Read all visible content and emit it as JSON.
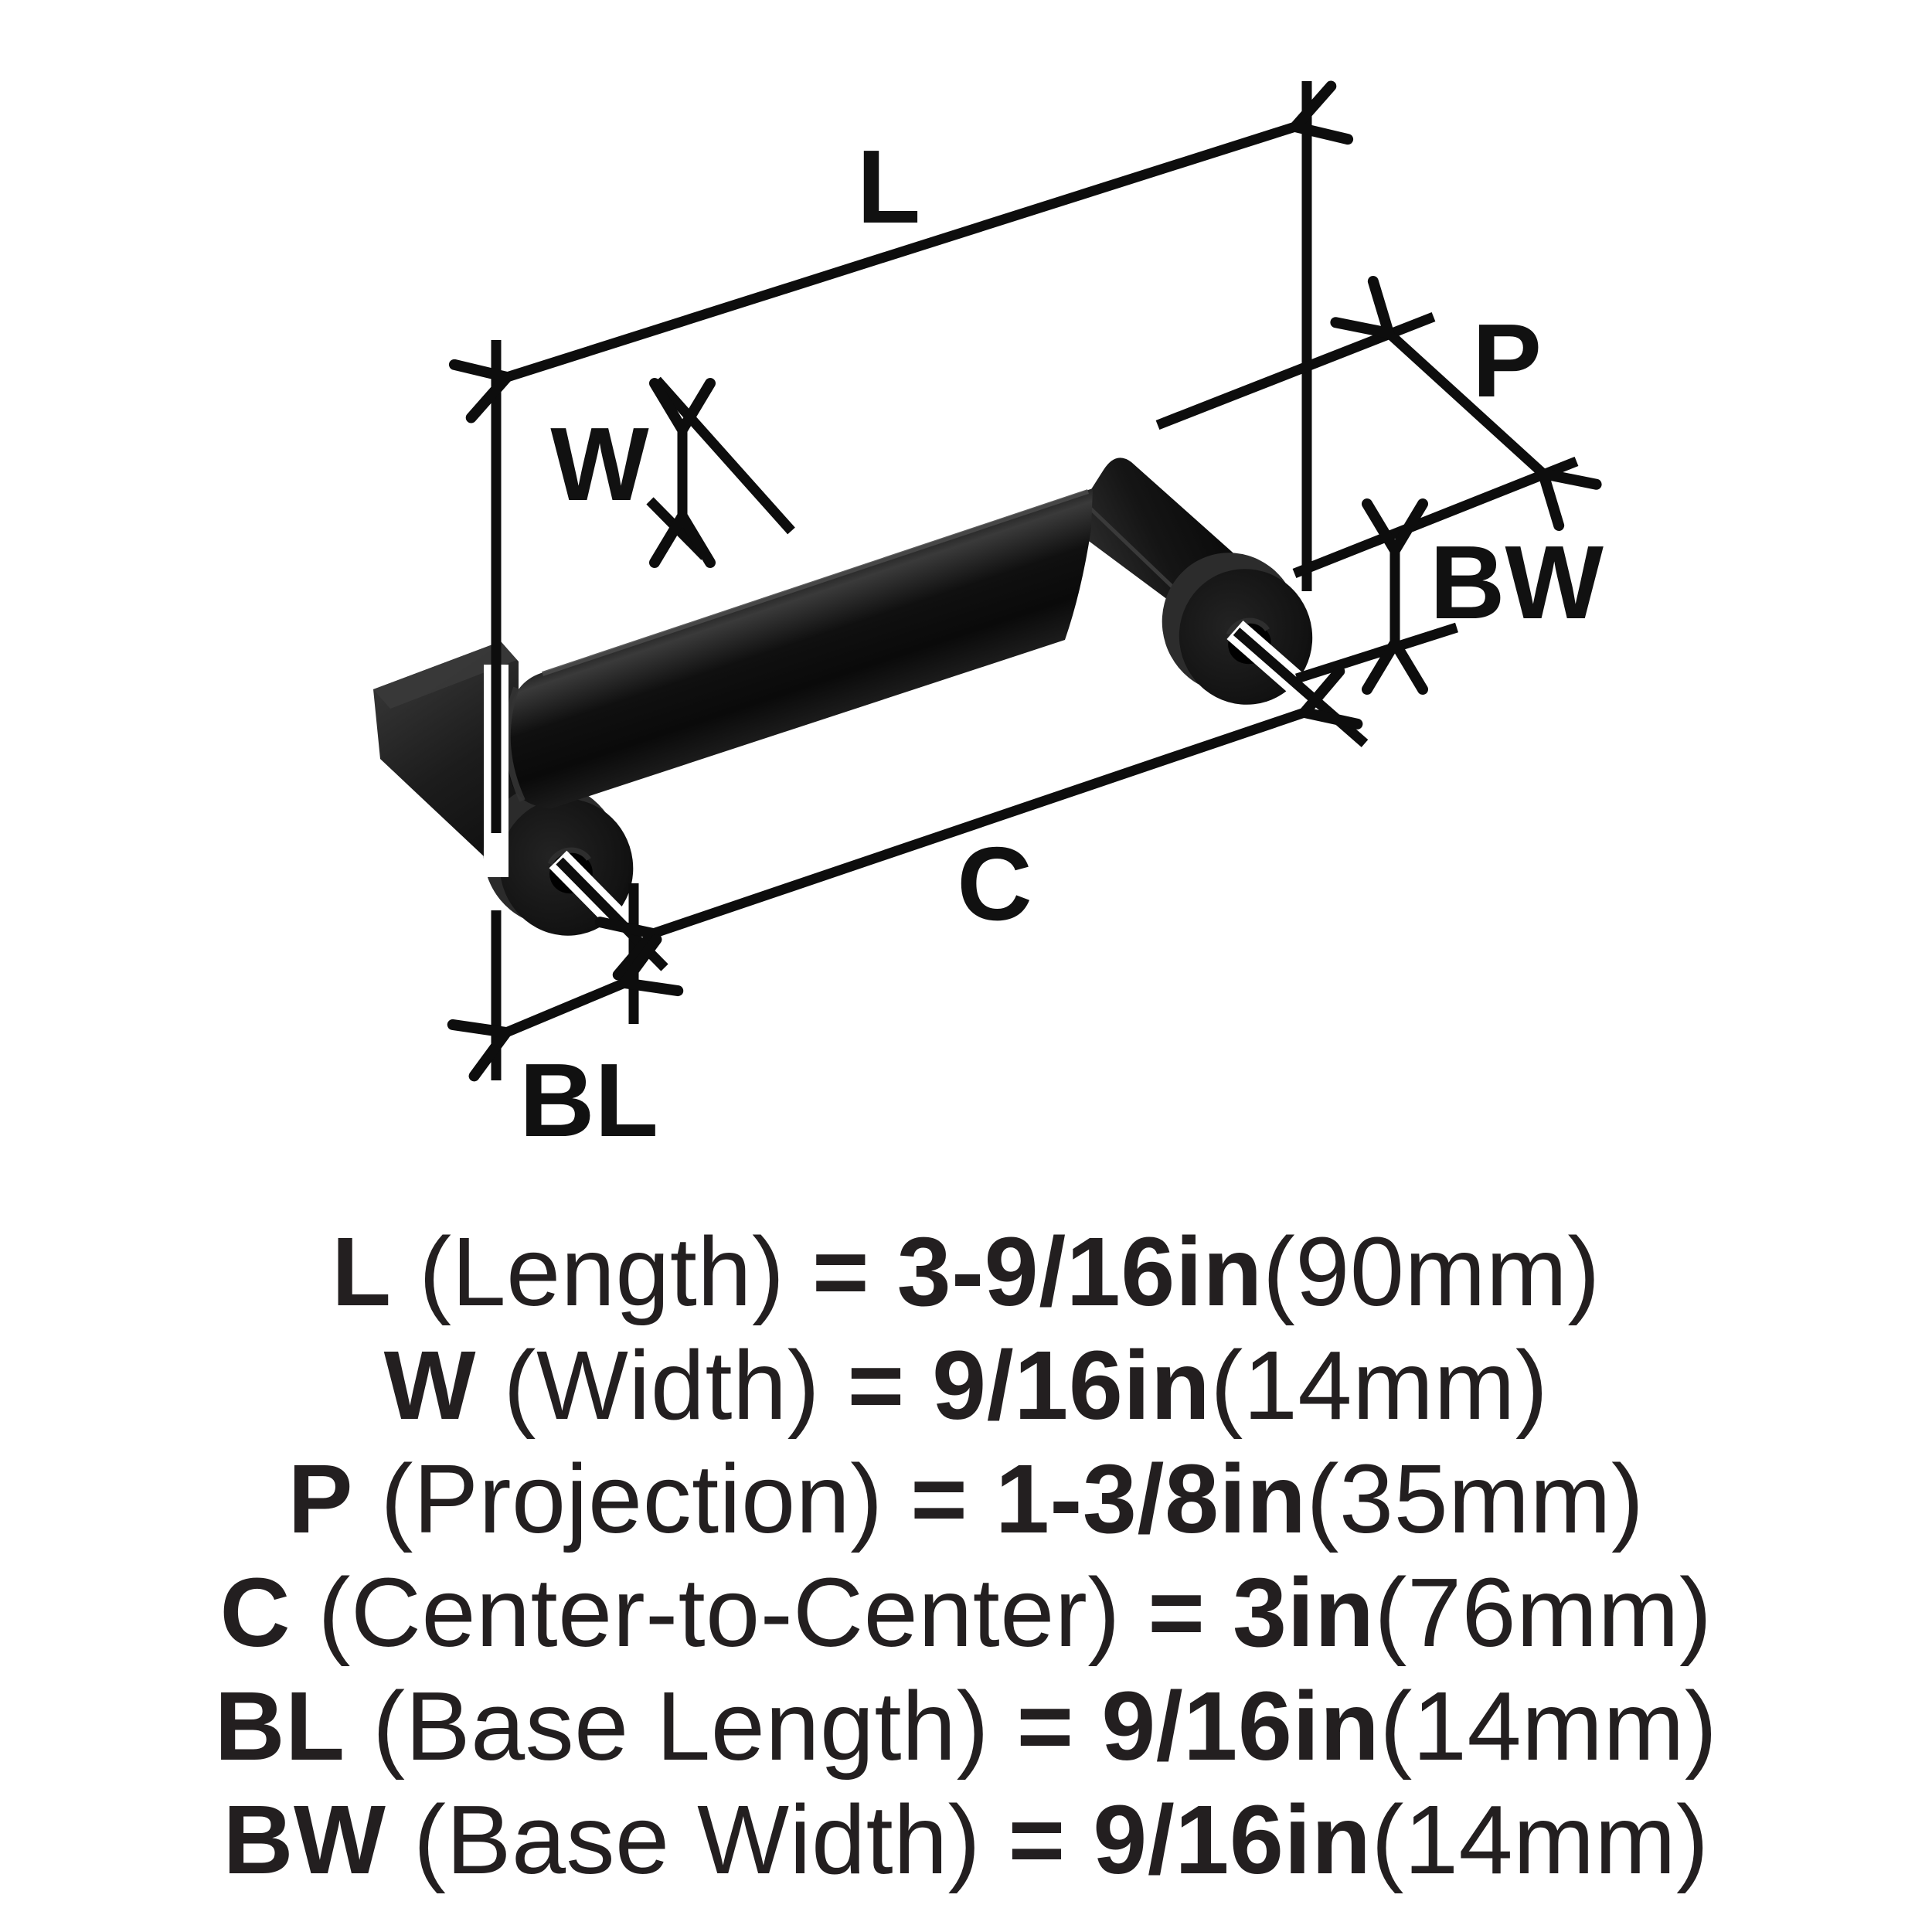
{
  "diagram": {
    "labels": {
      "L": "L",
      "W": "W",
      "P": "P",
      "BW": "BW",
      "C": "C",
      "BL": "BL"
    }
  },
  "specs": [
    {
      "abbr": "L",
      "label": "(Length)",
      "equals": "=",
      "value": "3-9/16in",
      "metric": "(90mm)"
    },
    {
      "abbr": "W",
      "label": "(Width)",
      "equals": "=",
      "value": "9/16in",
      "metric": "(14mm)"
    },
    {
      "abbr": "P",
      "label": "(Projection)",
      "equals": "=",
      "value": "1-3/8in",
      "metric": "(35mm)"
    },
    {
      "abbr": "C",
      "label": "(Center-to-Center)",
      "equals": "=",
      "value": "3in",
      "metric": "(76mm)"
    },
    {
      "abbr": "BL",
      "label": "(Base Length)",
      "equals": "=",
      "value": "9/16in",
      "metric": "(14mm)"
    },
    {
      "abbr": "BW",
      "label": "(Base Width)",
      "equals": "=",
      "value": "9/16in",
      "metric": "(14mm)"
    }
  ],
  "colors": {
    "background": "#ffffff",
    "line": "#0d0d0d",
    "text": "#231f20",
    "handle_dark": "#0d0d0d",
    "handle_mid": "#1f1f1f",
    "handle_light": "#3d3d3d"
  }
}
